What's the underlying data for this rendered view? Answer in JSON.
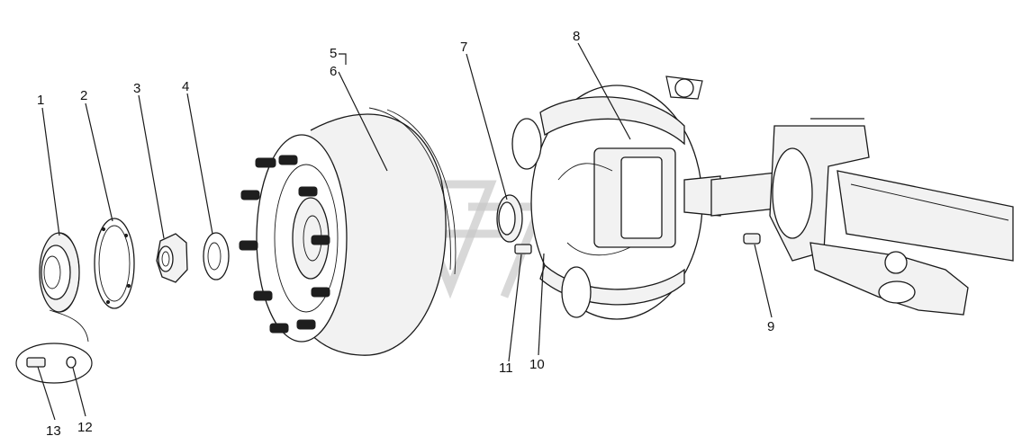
{
  "diagram": {
    "type": "exploded-view",
    "callouts": [
      {
        "id": "c1",
        "label": "1"
      },
      {
        "id": "c2",
        "label": "2"
      },
      {
        "id": "c3",
        "label": "3"
      },
      {
        "id": "c4",
        "label": "4"
      },
      {
        "id": "c5",
        "label": "5"
      },
      {
        "id": "c6",
        "label": "6"
      },
      {
        "id": "c7",
        "label": "7"
      },
      {
        "id": "c8",
        "label": "8"
      },
      {
        "id": "c9",
        "label": "9"
      },
      {
        "id": "c10",
        "label": "10"
      },
      {
        "id": "c11",
        "label": "11"
      },
      {
        "id": "c12",
        "label": "12"
      },
      {
        "id": "c13",
        "label": "13"
      }
    ]
  }
}
